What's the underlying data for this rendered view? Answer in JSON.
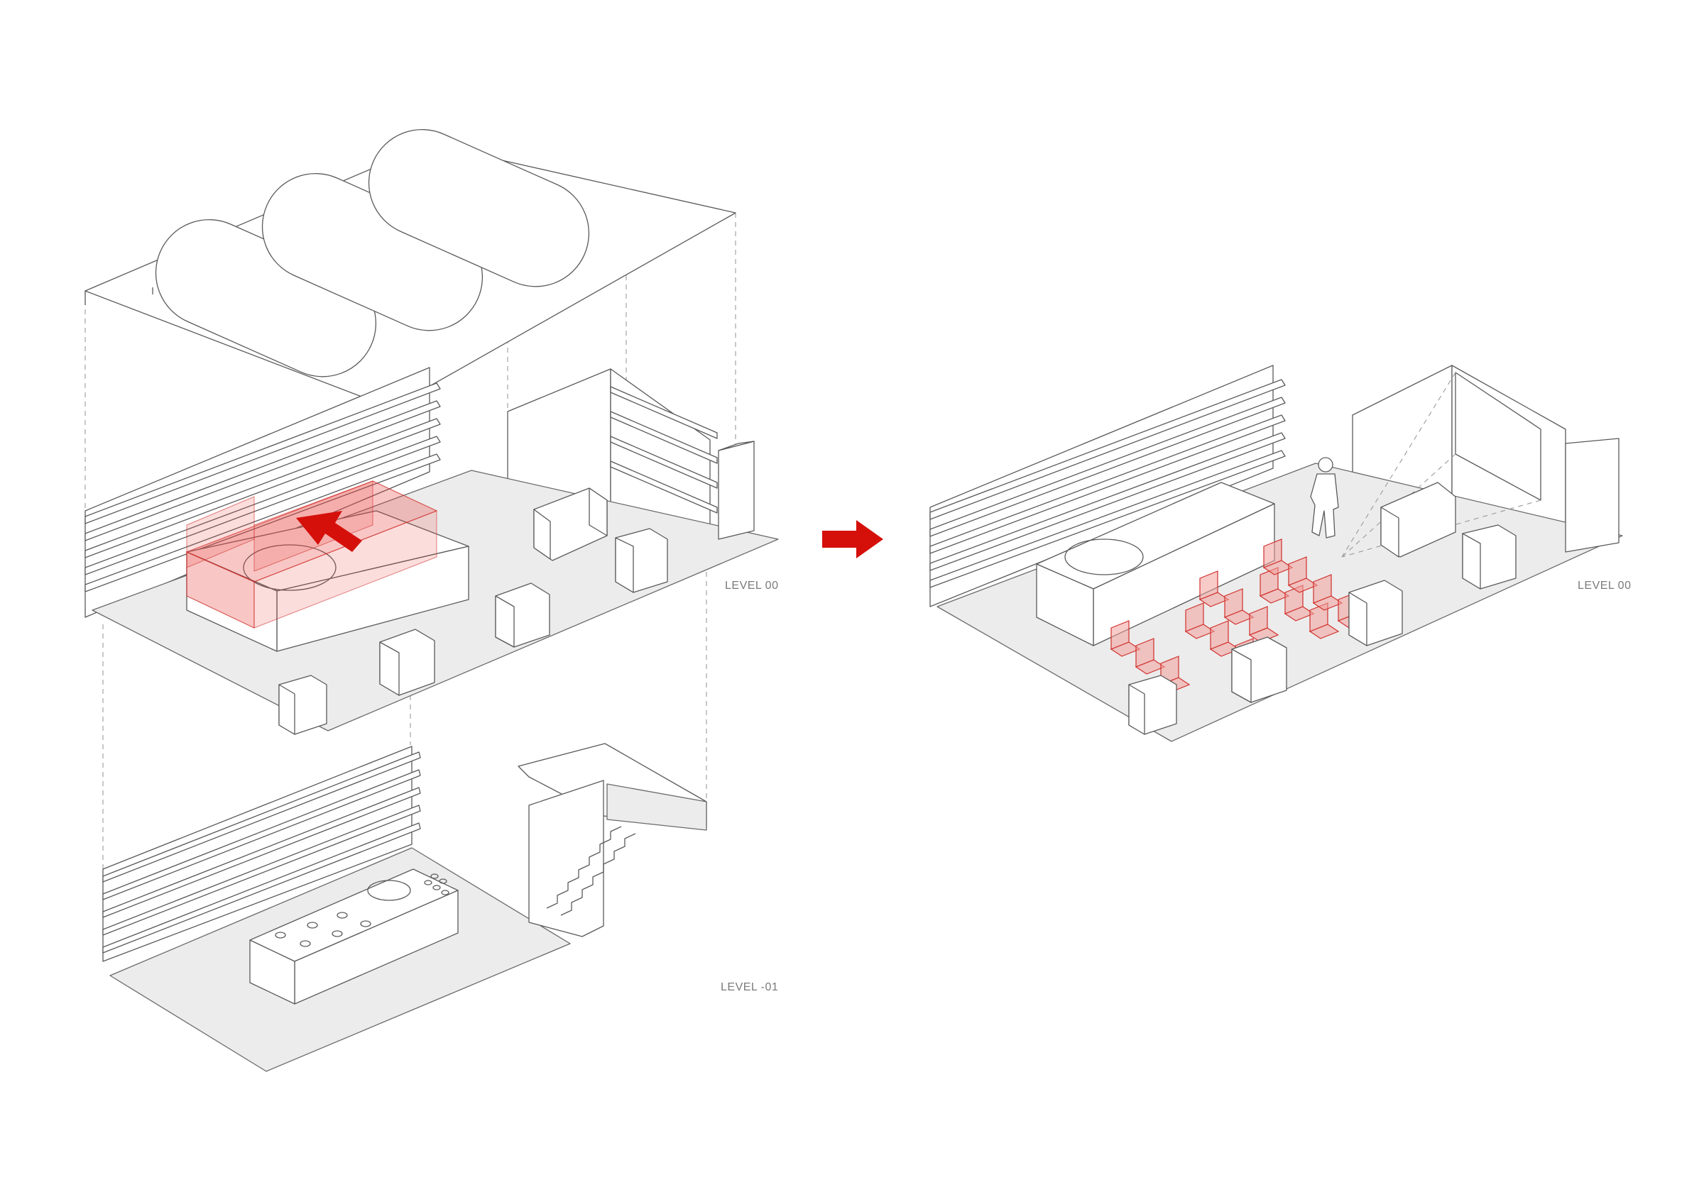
{
  "labels": {
    "left_upper_level": "LEVEL 00",
    "left_lower_level": "LEVEL -01",
    "right_level": "LEVEL 00"
  },
  "colors": {
    "accent": "#d5100b",
    "highlight": "#e8433f",
    "floor": "#ececec",
    "line": "#5a5a5a",
    "label": "#7a7a7a"
  },
  "icons": [
    "transformation-arrow-icon",
    "move-direction-arrow-icon",
    "person-figure-icon"
  ]
}
